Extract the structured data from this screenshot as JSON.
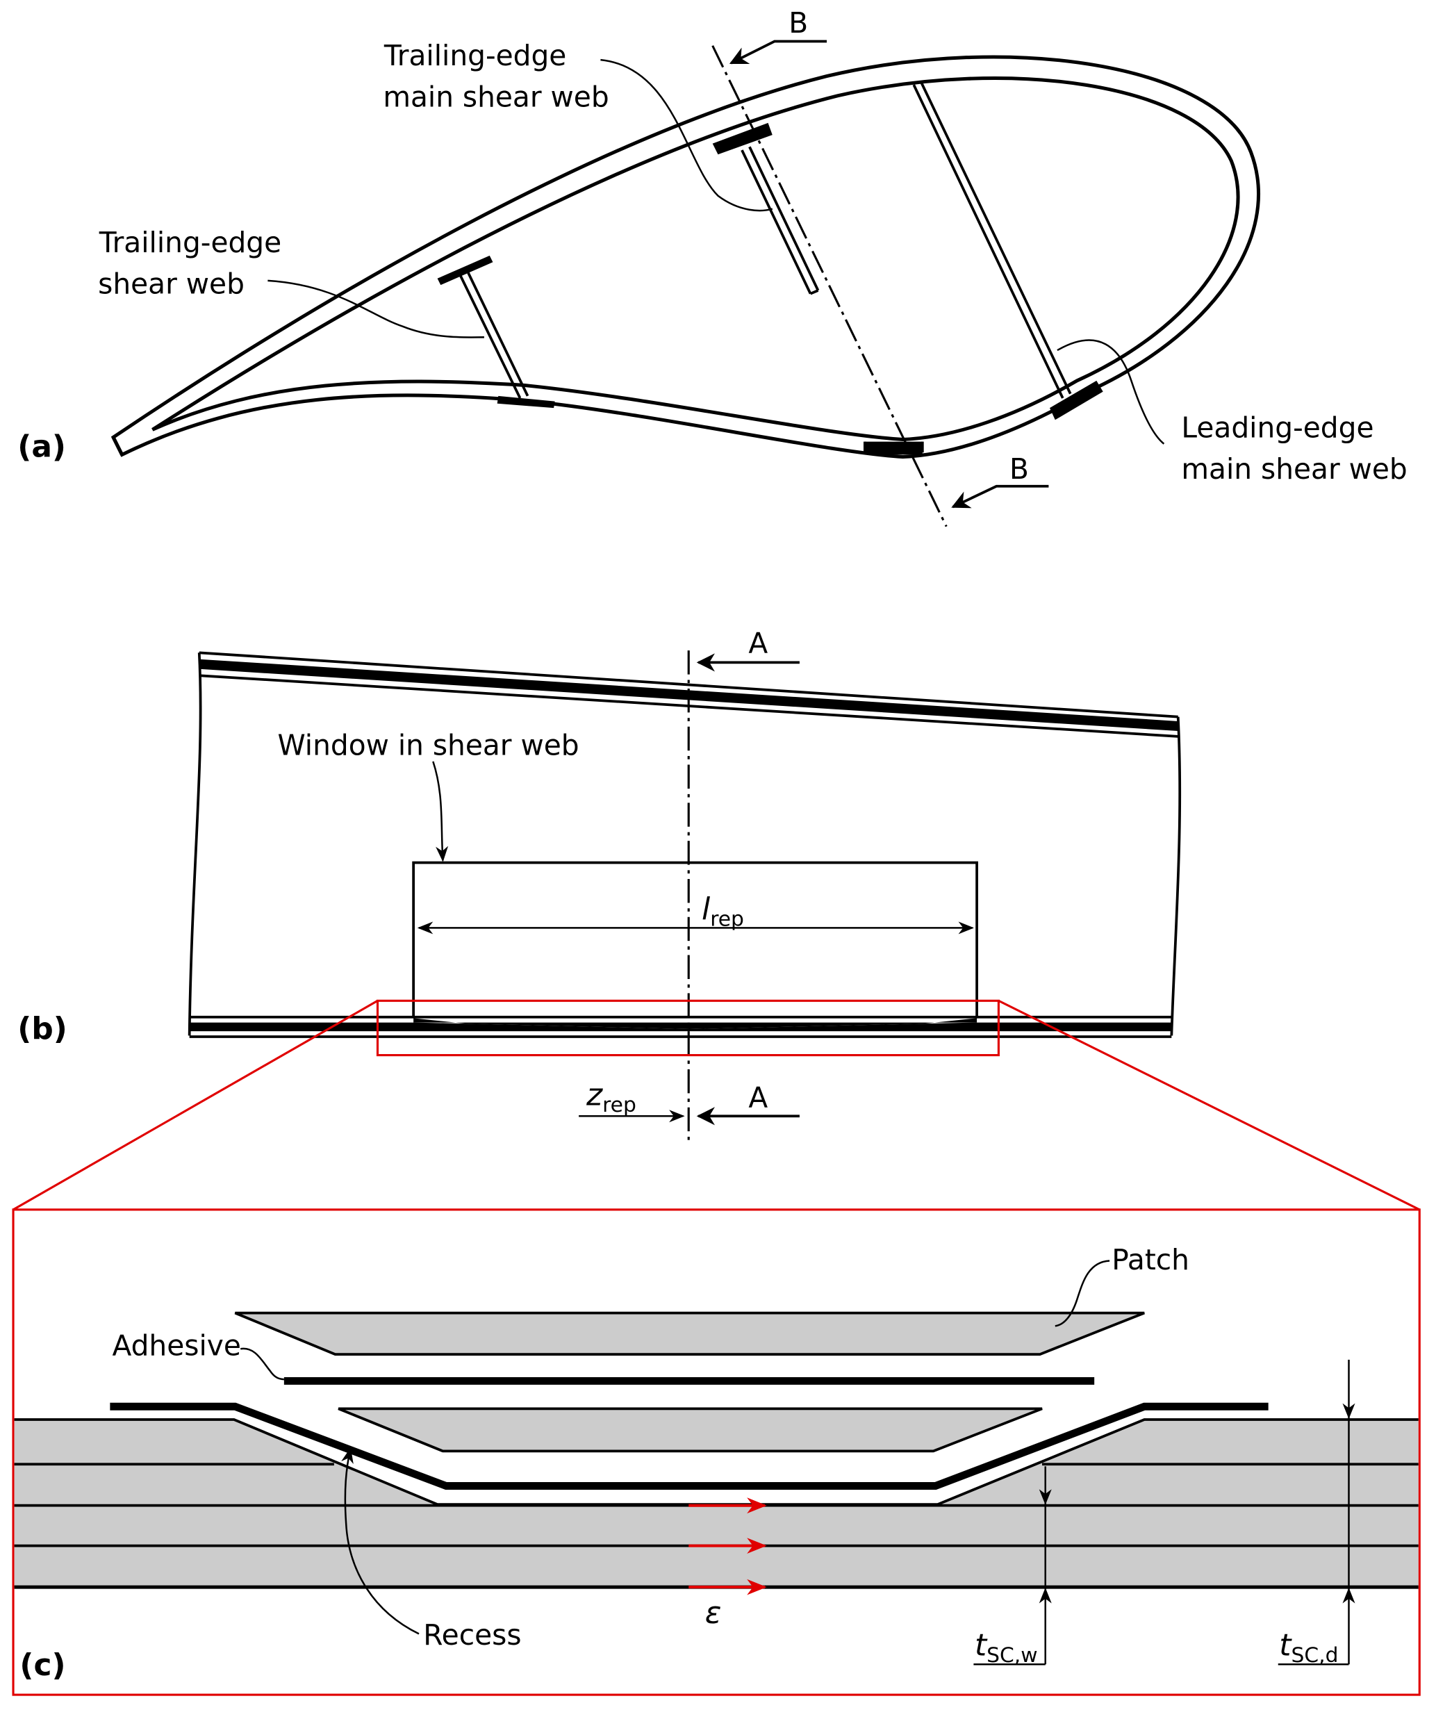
{
  "figure": {
    "panels": {
      "a": {
        "tag": "(a)"
      },
      "b": {
        "tag": "(b)"
      },
      "c": {
        "tag": "(c)"
      }
    },
    "panel_a": {
      "labels": {
        "te_main_web_line1": "Trailing-edge",
        "te_main_web_line2": "main shear web",
        "te_web_line1": "Trailing-edge",
        "te_web_line2": "shear web",
        "le_main_web_line1": "Leading-edge",
        "le_main_web_line2": "main shear web"
      },
      "section_marks": {
        "top": "B",
        "bottom": "B"
      }
    },
    "panel_b": {
      "labels": {
        "window": "Window in shear web",
        "l_rep_main": "l",
        "l_rep_sub": "rep",
        "z_rep_main": "z",
        "z_rep_sub": "rep"
      },
      "section_marks": {
        "top": "A",
        "bottom": "A"
      }
    },
    "panel_c": {
      "labels": {
        "patch": "Patch",
        "adhesive": "Adhesive",
        "recess": "Recess",
        "strain": "ε",
        "t_sc_w_main": "t",
        "t_sc_w_sub": "SC,w",
        "t_sc_d_main": "t",
        "t_sc_d_sub": "SC,d"
      }
    },
    "colors": {
      "line": "#000000",
      "laminate_fill": "#cccccc",
      "highlight": "#e00000",
      "background": "#ffffff"
    }
  }
}
